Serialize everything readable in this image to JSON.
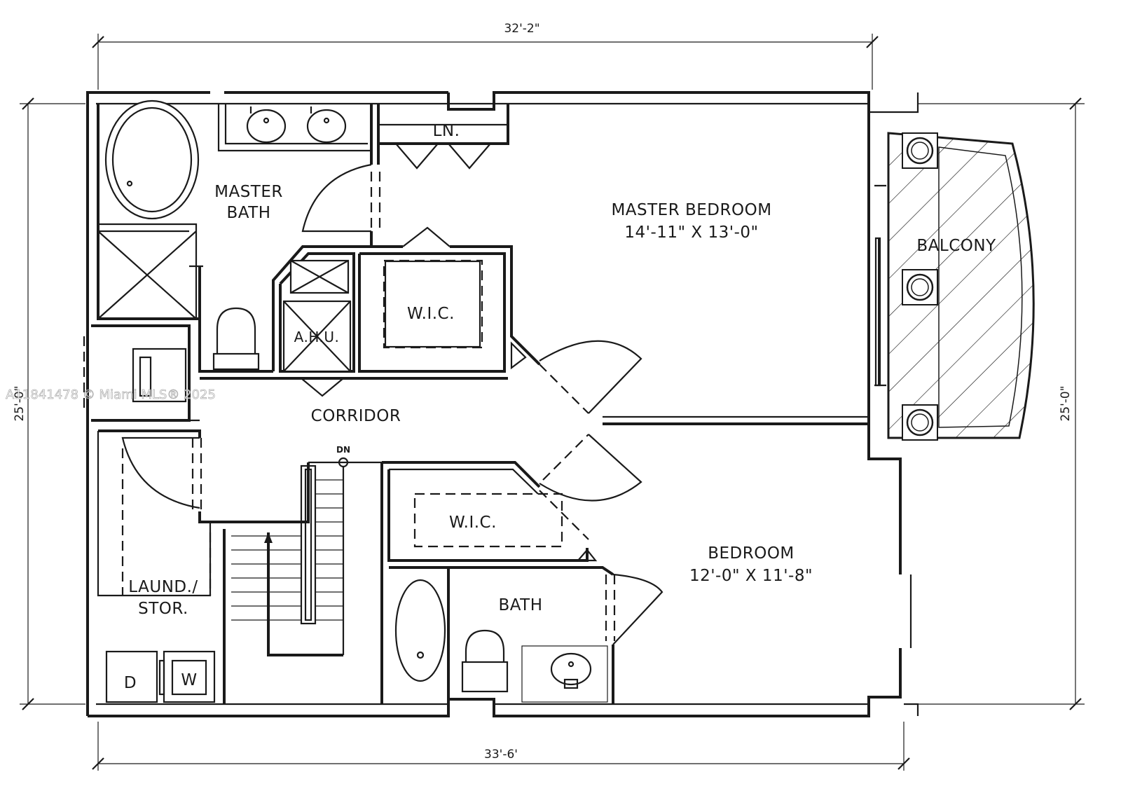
{
  "dimensions": {
    "top": "32'-2\"",
    "bottom": "33'-6'",
    "left": "25'-0\"",
    "right": "25'-0\""
  },
  "rooms": {
    "master_bath": [
      "MASTER",
      "BATH"
    ],
    "linen": "LN.",
    "master_bedroom": [
      "MASTER BEDROOM",
      "14'-11\" X 13'-0\""
    ],
    "balcony": "BALCONY",
    "wic_master": "W.I.C.",
    "ahu": "A.H.U.",
    "corridor": "CORRIDOR",
    "stair_down": "DN",
    "wic_bedroom": "W.I.C.",
    "bedroom": [
      "BEDROOM",
      "12'-0\" X 11'-8\""
    ],
    "bath": "BATH",
    "laundry": [
      "LAUND./",
      "STOR."
    ],
    "dryer": "D",
    "washer": "W"
  },
  "watermark": "A11841478 © Miami MLS® 2025"
}
